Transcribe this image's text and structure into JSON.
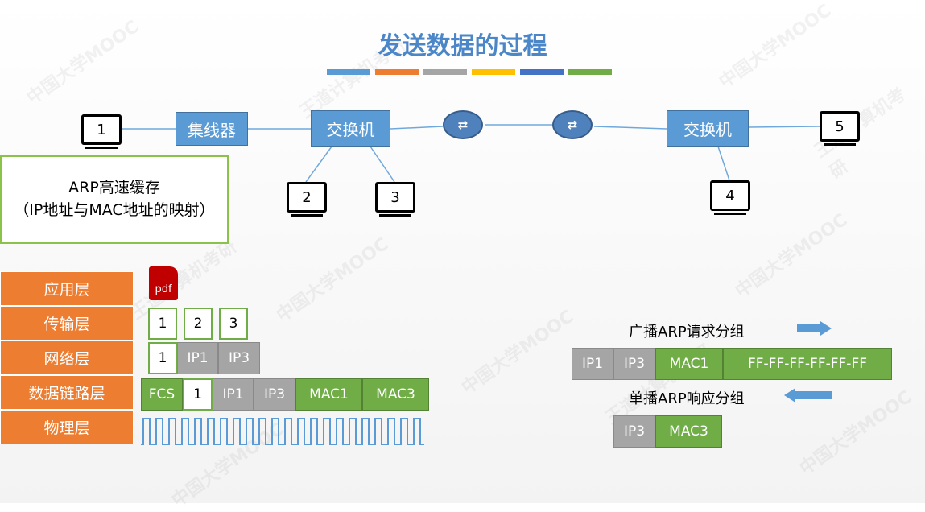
{
  "title": "发送数据的过程",
  "colors": {
    "title": "#4a86c8",
    "switch": "#5b9bd5",
    "layer": "#ed7d31",
    "green": "#70ad47",
    "gray": "#a5a5a5",
    "arrow": "#5b9bd5"
  },
  "color_bars": [
    "#5b9bd5",
    "#ed7d31",
    "#a5a5a5",
    "#ffc000",
    "#4472c4",
    "#70ad47"
  ],
  "network": {
    "hub_label": "集线器",
    "switch_left_label": "交换机",
    "switch_right_label": "交换机",
    "pcs": [
      "1",
      "2",
      "3",
      "4",
      "5"
    ],
    "router_icon": "router-icon"
  },
  "arp_cache": {
    "line1": "ARP高速缓存",
    "line2": "（IP地址与MAC地址的映射）"
  },
  "layers": [
    "应用层",
    "传输层",
    "网络层",
    "数据链路层",
    "物理层"
  ],
  "app_layer": {
    "pdf_label": "pdf"
  },
  "transport_segments": [
    "1",
    "2",
    "3"
  ],
  "network_packet": [
    "1",
    "IP1",
    "IP3"
  ],
  "frame": [
    "FCS",
    "1",
    "IP1",
    "IP3",
    "MAC1",
    "MAC3"
  ],
  "broadcast": {
    "label": "广播ARP请求分组",
    "fields": [
      "IP1",
      "IP3",
      "MAC1",
      "FF-FF-FF-FF-FF-FF"
    ]
  },
  "unicast": {
    "label": "单播ARP响应分组",
    "fields": [
      "IP3",
      "MAC3"
    ]
  },
  "watermark": [
    "中国大学MOOC",
    "王道计算机考研"
  ]
}
